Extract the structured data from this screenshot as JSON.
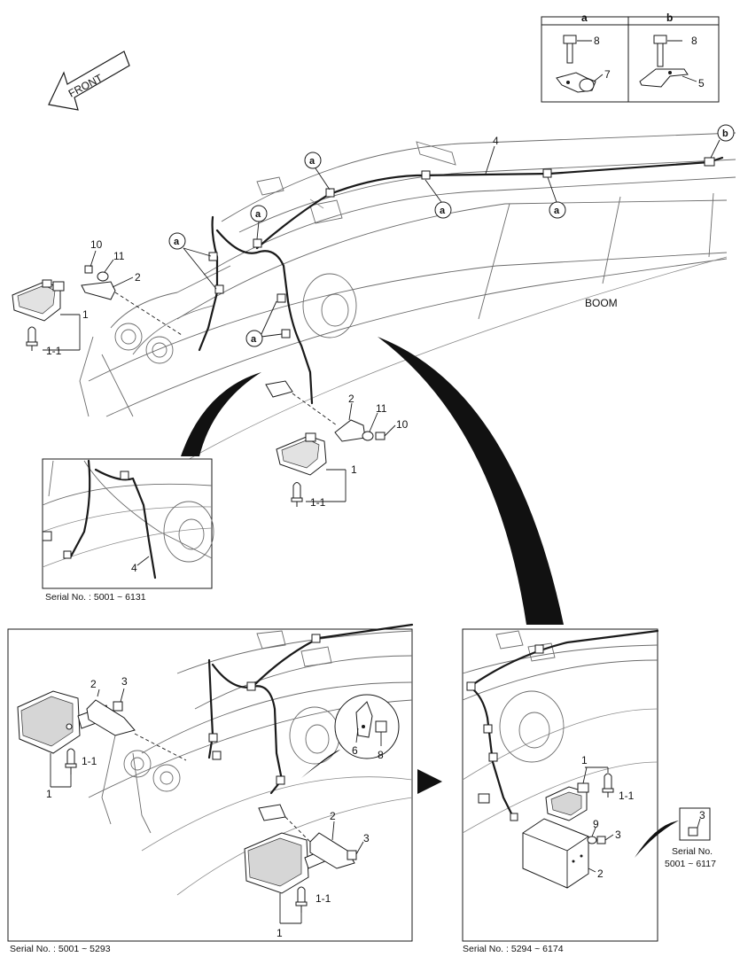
{
  "front_arrow": {
    "label": "FRONT"
  },
  "legend": {
    "a": {
      "header": "a",
      "bolt": "8",
      "clip": "7"
    },
    "b": {
      "header": "b",
      "bolt": "8",
      "bracket": "5"
    }
  },
  "boom_label": "BOOM",
  "main": {
    "harness": "4",
    "clamp_a": "a",
    "clamp_b": "b",
    "lamp_left": {
      "lamp": "1",
      "bulb": "1-1",
      "bracket": "2",
      "bolt": "10",
      "washer": "11"
    },
    "lamp_right": {
      "lamp": "1",
      "bulb": "1-1",
      "bracket": "2",
      "bolt": "10",
      "washer": "11"
    }
  },
  "inset_small": {
    "harness": "4",
    "serial": "Serial No. : 5001 ~ 6131"
  },
  "panel_left": {
    "serial": "Serial No. : 5001 ~ 5293",
    "lamp_top": {
      "lamp": "1",
      "bulb": "1-1",
      "bracket": "2",
      "bolt": "3"
    },
    "lamp_bottom": {
      "lamp": "1",
      "bulb": "1-1",
      "bracket": "2",
      "bolt": "3"
    },
    "detail": {
      "bracket": "6",
      "bolt": "8"
    }
  },
  "panel_right": {
    "serial": "Serial No. : 5294 ~ 6174",
    "lamp": "1",
    "bulb": "1-1",
    "guard": "2",
    "washer": "9",
    "bolt": "3",
    "note_part": "3",
    "note_line1": "Serial No.",
    "note_line2": "5001 ~ 6117"
  }
}
